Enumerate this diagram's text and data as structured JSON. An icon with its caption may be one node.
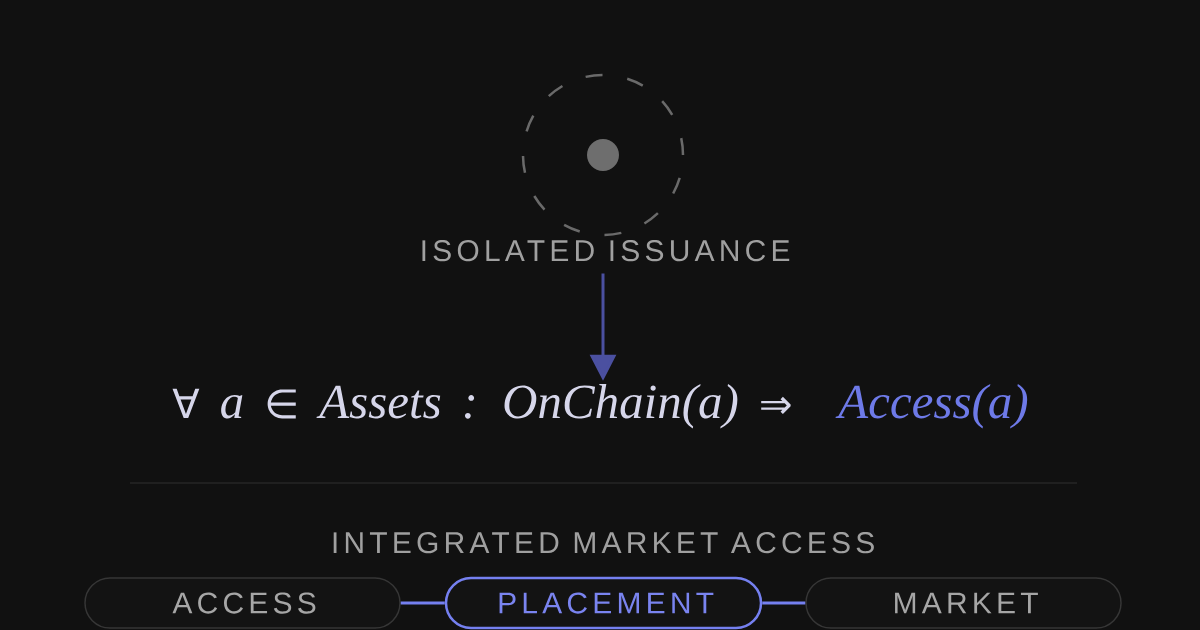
{
  "diagram": {
    "nodes": [
      {
        "text": [
          "ISOLATED ISSUANCE"
        ]
      },
      {
        "text": [
          "∀ a ∈ Assets : OnChain(a) ⇒",
          "Access(a)"
        ]
      },
      {
        "text": [
          "ACCESS"
        ]
      },
      {
        "text": [
          "PLACEMENT"
        ]
      },
      {
        "text": [
          "MARKET"
        ]
      }
    ],
    "edges": [
      {
        "from": 0,
        "to": 1,
        "arrow": "to",
        "color": "#4b50a0"
      },
      {
        "from": 2,
        "to": 3,
        "arrow": "none"
      },
      {
        "from": 3,
        "to": 4,
        "arrow": "none"
      }
    ],
    "labels": [
      "INTEGRATED MARKET ACCESS"
    ]
  }
}
